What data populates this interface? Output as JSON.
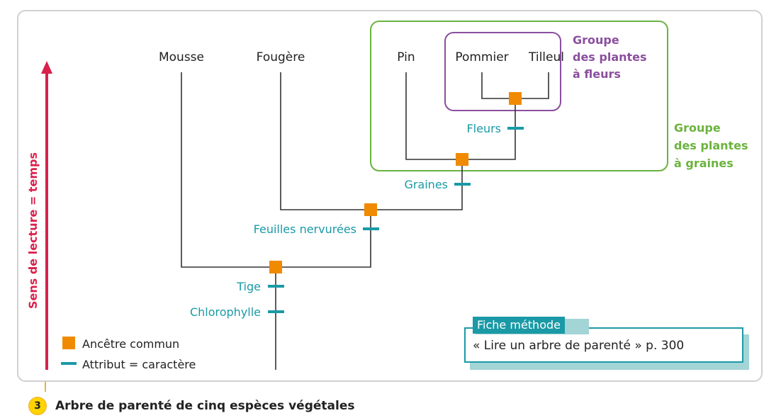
{
  "diagram": {
    "title": "Arbre de parenté de cinq espèces végétales",
    "figure_number": "3",
    "time_axis_label": "Sens de lecture = temps",
    "species": [
      "Mousse",
      "Fougère",
      "Pin",
      "Pommier",
      "Tilleul"
    ],
    "attributes": [
      "Chlorophylle",
      "Tige",
      "Feuilles nervurées",
      "Graines",
      "Fleurs"
    ],
    "groups": {
      "flowering": {
        "label_lines": [
          "Groupe",
          "des plantes",
          "à fleurs"
        ],
        "color": "#8a4f9e",
        "members": [
          "Pommier",
          "Tilleul"
        ]
      },
      "seed": {
        "label_lines": [
          "Groupe",
          "des plantes",
          "à graines"
        ],
        "color": "#6bb33e",
        "members": [
          "Pin",
          "Pommier",
          "Tilleul"
        ]
      }
    },
    "legend": {
      "ancestor": "Ancêtre commun",
      "attribute": "Attribut = caractère"
    },
    "colors": {
      "ancestor": "#f08a00",
      "attribute": "#1a9aa6",
      "axis": "#d9214b",
      "branch": "#333333"
    },
    "fiche_methode": {
      "tag": "Fiche méthode",
      "text": "« Lire un arbre de parenté » p. 300"
    }
  }
}
